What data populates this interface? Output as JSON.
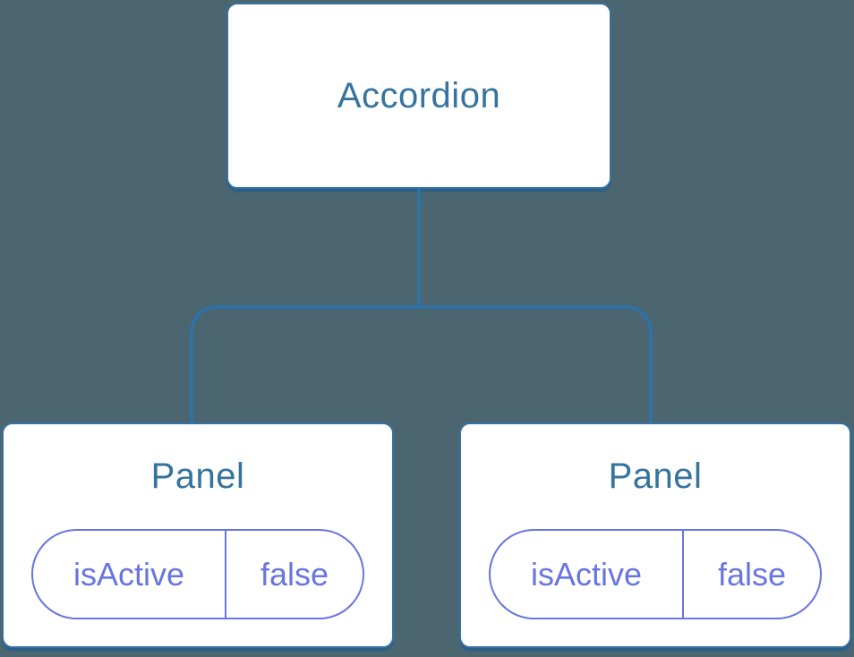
{
  "diagram": {
    "root": {
      "label": "Accordion"
    },
    "children": [
      {
        "label": "Panel",
        "props": [
          {
            "name": "isActive",
            "value": "false"
          }
        ]
      },
      {
        "label": "Panel",
        "props": [
          {
            "name": "isActive",
            "value": "false"
          }
        ]
      }
    ]
  },
  "colors": {
    "background": "#4B6571",
    "node_fill": "#FFFFFF",
    "node_border": "#3871A1",
    "node_shadow": "#2B6086",
    "node_text": "#35749E",
    "connector": "#2E73A4",
    "state_accent": "#6875E0"
  }
}
